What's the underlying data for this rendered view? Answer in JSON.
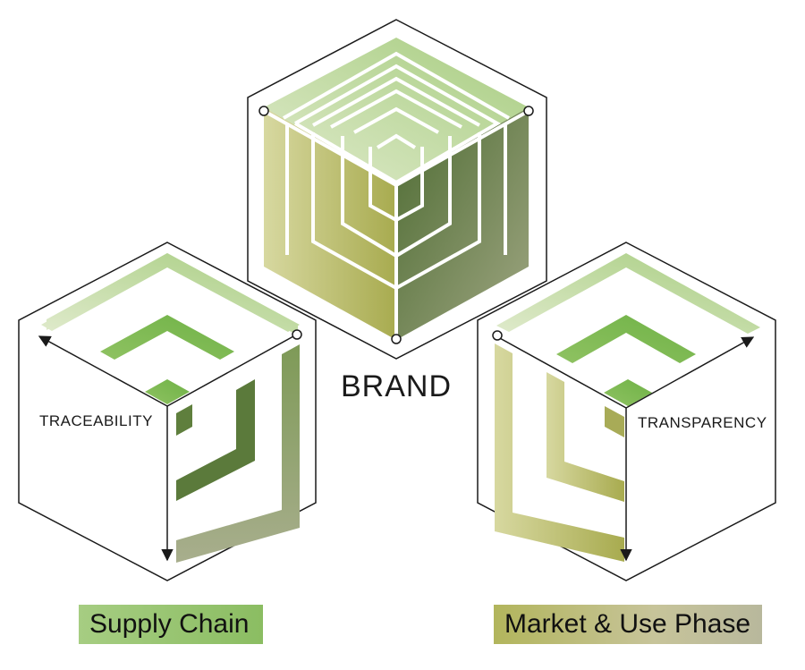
{
  "labels": {
    "brand": "BRAND",
    "traceability": "TRACEABILITY",
    "transparency": "TRANSPARENCY",
    "supply_chain": "Supply Chain",
    "market_use": "Market & Use Phase"
  },
  "colors": {
    "top_light": "#dbe8c8",
    "top_mid": "#b6d496",
    "top_dark": "#7fbf52",
    "left_light": "#d8d9a2",
    "left_dark": "#a9ad52",
    "right_mid": "#8aa05e",
    "right_dark": "#536f35",
    "right_gray": "#a2a884",
    "outline": "#1a1a1a"
  }
}
